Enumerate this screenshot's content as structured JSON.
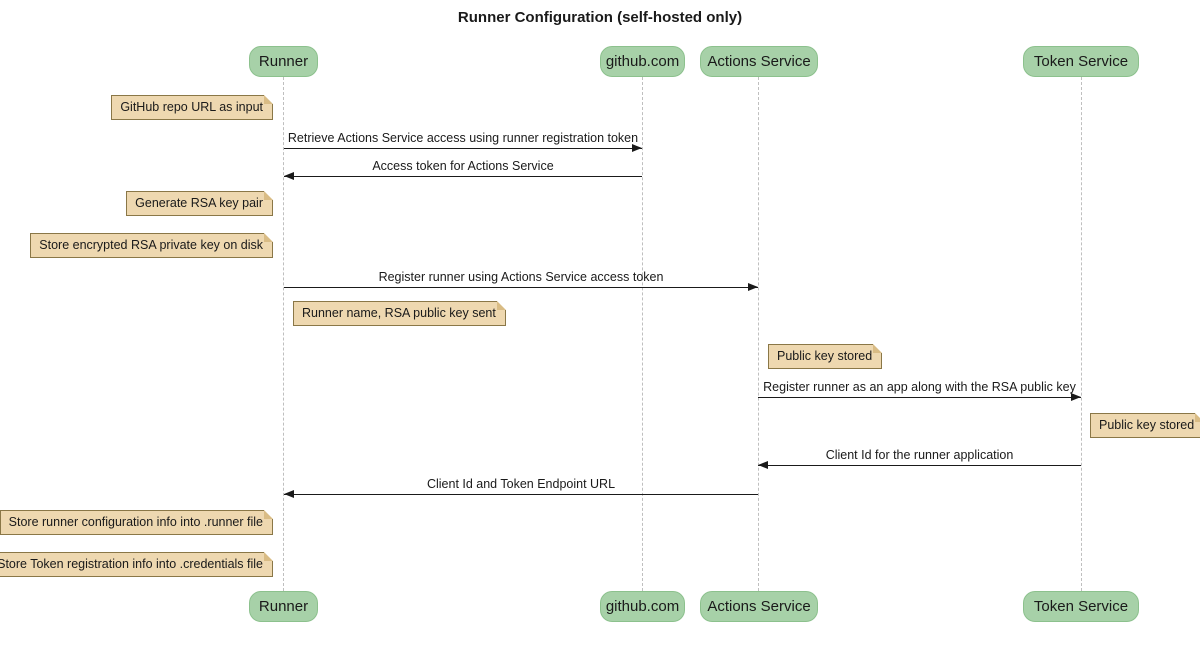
{
  "title": "Runner Configuration (self-hosted only)",
  "participants": [
    {
      "label": "Runner"
    },
    {
      "label": "github.com"
    },
    {
      "label": "Actions Service"
    },
    {
      "label": "Token Service"
    }
  ],
  "messages": [
    {
      "label": "Retrieve Actions Service access using runner registration token",
      "from": "Runner",
      "to": "github.com"
    },
    {
      "label": "Access token for Actions Service",
      "from": "github.com",
      "to": "Runner"
    },
    {
      "label": "Register runner using Actions Service access token",
      "from": "Runner",
      "to": "Actions Service"
    },
    {
      "label": "Register runner as an app along with the RSA public key",
      "from": "Actions Service",
      "to": "Token Service"
    },
    {
      "label": "Client Id for the runner application",
      "from": "Token Service",
      "to": "Actions Service"
    },
    {
      "label": "Client Id and Token Endpoint URL",
      "from": "Actions Service",
      "to": "Runner"
    }
  ],
  "notes": [
    {
      "label": "GitHub repo URL as input",
      "anchor": "Runner"
    },
    {
      "label": "Generate RSA key pair",
      "anchor": "Runner"
    },
    {
      "label": "Store encrypted RSA private key on disk",
      "anchor": "Runner"
    },
    {
      "label": "Runner name, RSA public key sent",
      "anchor": "Runner"
    },
    {
      "label": "Public key stored",
      "anchor": "Actions Service"
    },
    {
      "label": "Public key stored",
      "anchor": "Token Service"
    },
    {
      "label": "Store runner configuration info into .runner file",
      "anchor": "Runner"
    },
    {
      "label": "Store Token registration info into .credentials file",
      "anchor": "Runner"
    }
  ],
  "colors": {
    "participant_fill": "#A7D1A8",
    "participant_border": "#8CC18D",
    "note_fill": "#EED8B0",
    "note_border": "#8A7747",
    "note_fold": "#D9BC85",
    "lifeline": "#BFBFBF",
    "message_line": "#1A1A1A",
    "background": "#FFFFFF",
    "text": "#1A1A1A"
  }
}
